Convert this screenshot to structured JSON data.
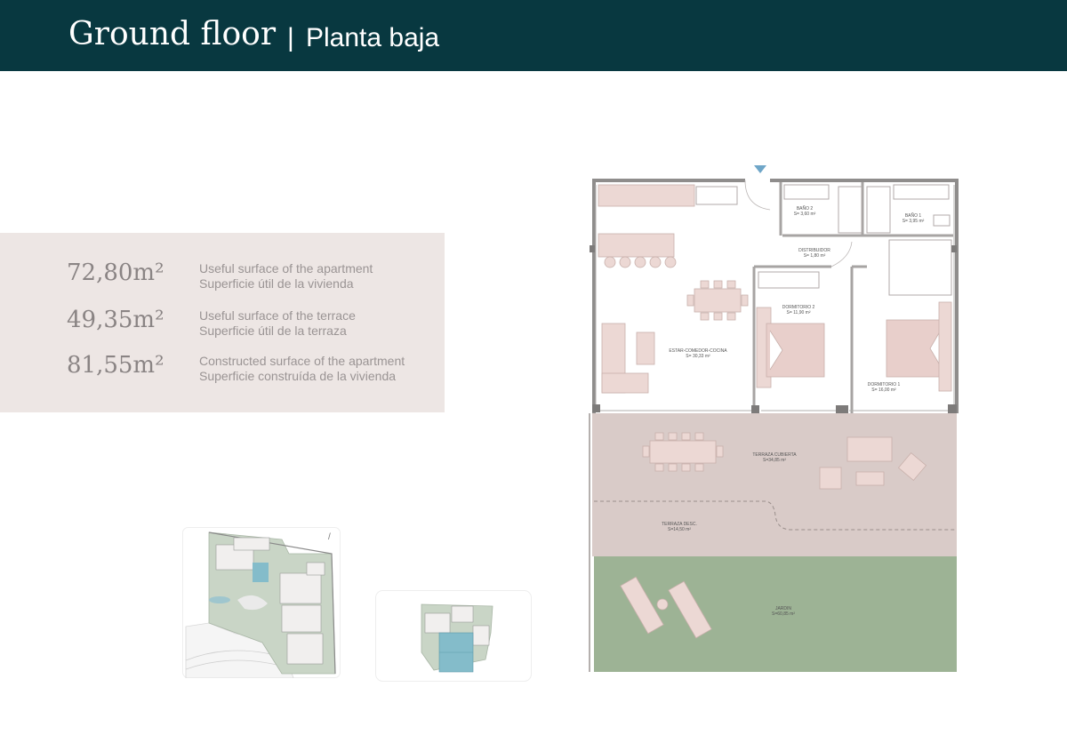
{
  "header": {
    "title": "Ground floor",
    "separator": "|",
    "subtitle": "Planta baja"
  },
  "summary": [
    {
      "value": "72,80m²",
      "label_en": "Useful surface of the apartment",
      "label_es": "Superficie útil de la vivienda"
    },
    {
      "value": "49,35m²",
      "label_en": "Useful surface of the terrace",
      "label_es": "Superficie útil de la terraza"
    },
    {
      "value": "81,55m²",
      "label_en": "Constructed surface of the apartment",
      "label_es": "Superficie construída de la vivienda"
    }
  ],
  "plan": {
    "rooms": {
      "bano2": {
        "name": "BAÑO 2",
        "area": "S= 3,60 m²"
      },
      "bano1": {
        "name": "BAÑO 1",
        "area": "S= 3,95 m²"
      },
      "distribuidor": {
        "name": "DISTRIBUIDOR",
        "area": "S= 1,80 m²"
      },
      "dormitorio2": {
        "name": "DORMITORIO 2",
        "area": "S= 11,90 m²"
      },
      "estar": {
        "name": "ESTAR-COMEDOR-COCINA",
        "area": "S= 30,33 m²"
      },
      "dormitorio1": {
        "name": "DORMITORIO 1",
        "area": "S= 16,00 m²"
      },
      "terraza_cubierta": {
        "name": "TERRAZA CUBIERTA",
        "area": "S=34,85 m²"
      },
      "terraza_desc": {
        "name": "TERRAZA DESC.",
        "area": "S=14,50 m²"
      },
      "jardin": {
        "name": "JARDIN",
        "area": "S=60,85 m²"
      }
    }
  },
  "colors": {
    "header_bg": "#083840",
    "summary_bg": "#ede6e4",
    "terrace": "#d9cbc8",
    "garden": "#9db395",
    "furniture": "#e8cfcb"
  },
  "icons": {
    "entrance": "entrance-arrow-icon",
    "north": "north-arrow-icon"
  }
}
